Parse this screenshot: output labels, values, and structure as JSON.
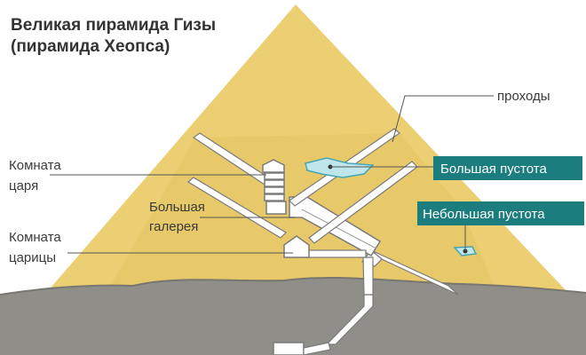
{
  "title": {
    "line1": "Великая пирамида Гизы",
    "line2": "(пирамида Хеопса)"
  },
  "labels": {
    "passages": "проходы",
    "kings_chamber": [
      "Комната",
      "царя"
    ],
    "grand_gallery": [
      "Большая",
      "галерея"
    ],
    "queens_chamber": [
      "Комната",
      "царицы"
    ]
  },
  "voids": {
    "big": "Большая пустота",
    "small": "Небольшая пустота"
  },
  "colors": {
    "pyramid": "#eccf72",
    "pyramid_shade": "#dcbb55",
    "passage": "#ffffff",
    "passage_stroke": "#7a7a7a",
    "ground": "#8f8e88",
    "void_fill": "#bfe6ea",
    "void_stroke": "#45a6b3",
    "void_box": "#1b7d7d",
    "leader": "#555555"
  }
}
